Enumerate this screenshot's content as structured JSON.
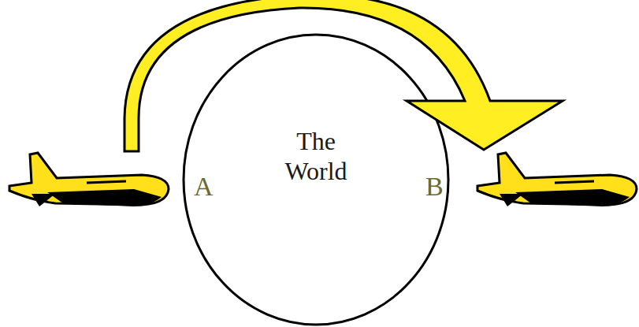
{
  "diagram": {
    "nodes": [
      {
        "text": [
          "The World"
        ]
      }
    ],
    "labels": [
      "A",
      "B"
    ]
  }
}
